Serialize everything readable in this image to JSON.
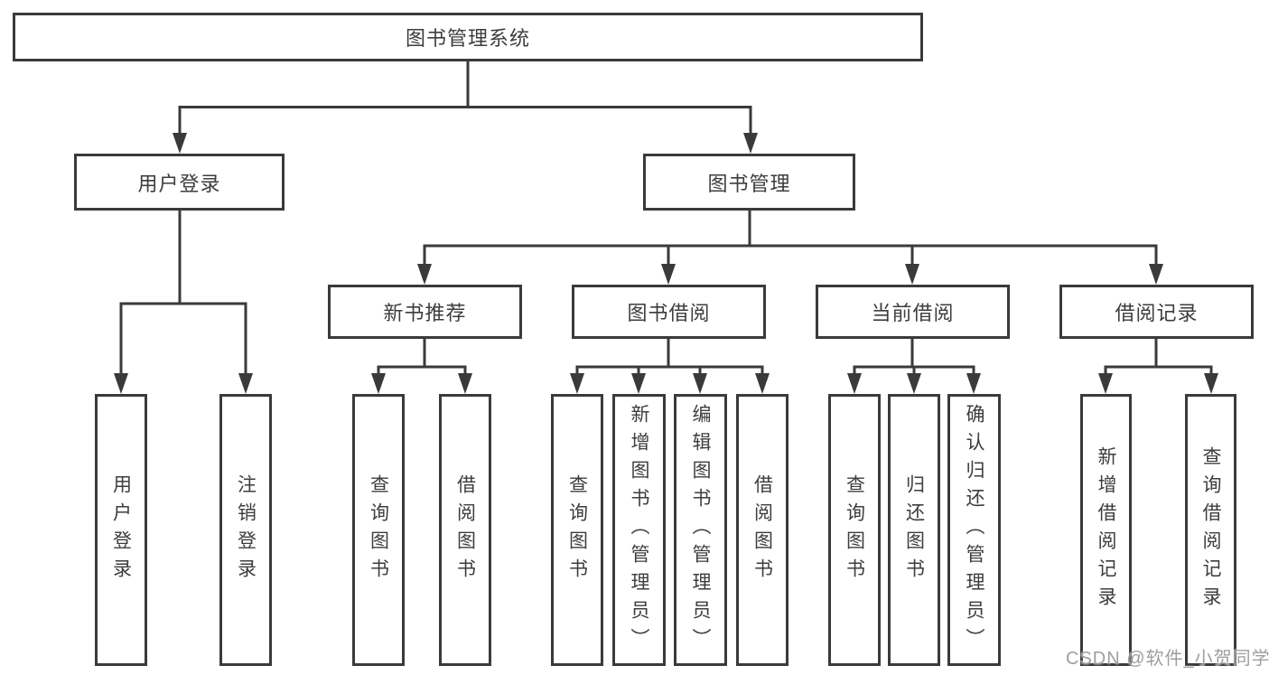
{
  "diagram": {
    "root": {
      "label": "图书管理系统"
    },
    "branches": [
      {
        "label": "用户登录",
        "children": [
          {
            "label": "用户登录"
          },
          {
            "label": "注销登录"
          }
        ]
      },
      {
        "label": "图书管理",
        "groups": [
          {
            "label": "新书推荐",
            "children": [
              {
                "label": "查询图书"
              },
              {
                "label": "借阅图书"
              }
            ]
          },
          {
            "label": "图书借阅",
            "children": [
              {
                "label": "查询图书"
              },
              {
                "label": "新增图书（管理员）"
              },
              {
                "label": "编辑图书（管理员）"
              },
              {
                "label": "借阅图书"
              }
            ]
          },
          {
            "label": "当前借阅",
            "children": [
              {
                "label": "查询图书"
              },
              {
                "label": "归还图书"
              },
              {
                "label": "确认归还（管理员）"
              }
            ]
          },
          {
            "label": "借阅记录",
            "children": [
              {
                "label": "新增借阅记录"
              },
              {
                "label": "查询借阅记录"
              }
            ]
          }
        ]
      }
    ],
    "colors": {
      "line": "#3a3a3a",
      "text": "#3d3d3d",
      "background": "#ffffff",
      "watermark": "#9e9e9e"
    }
  },
  "watermark": {
    "text": "CSDN @软件_小贺同学"
  }
}
